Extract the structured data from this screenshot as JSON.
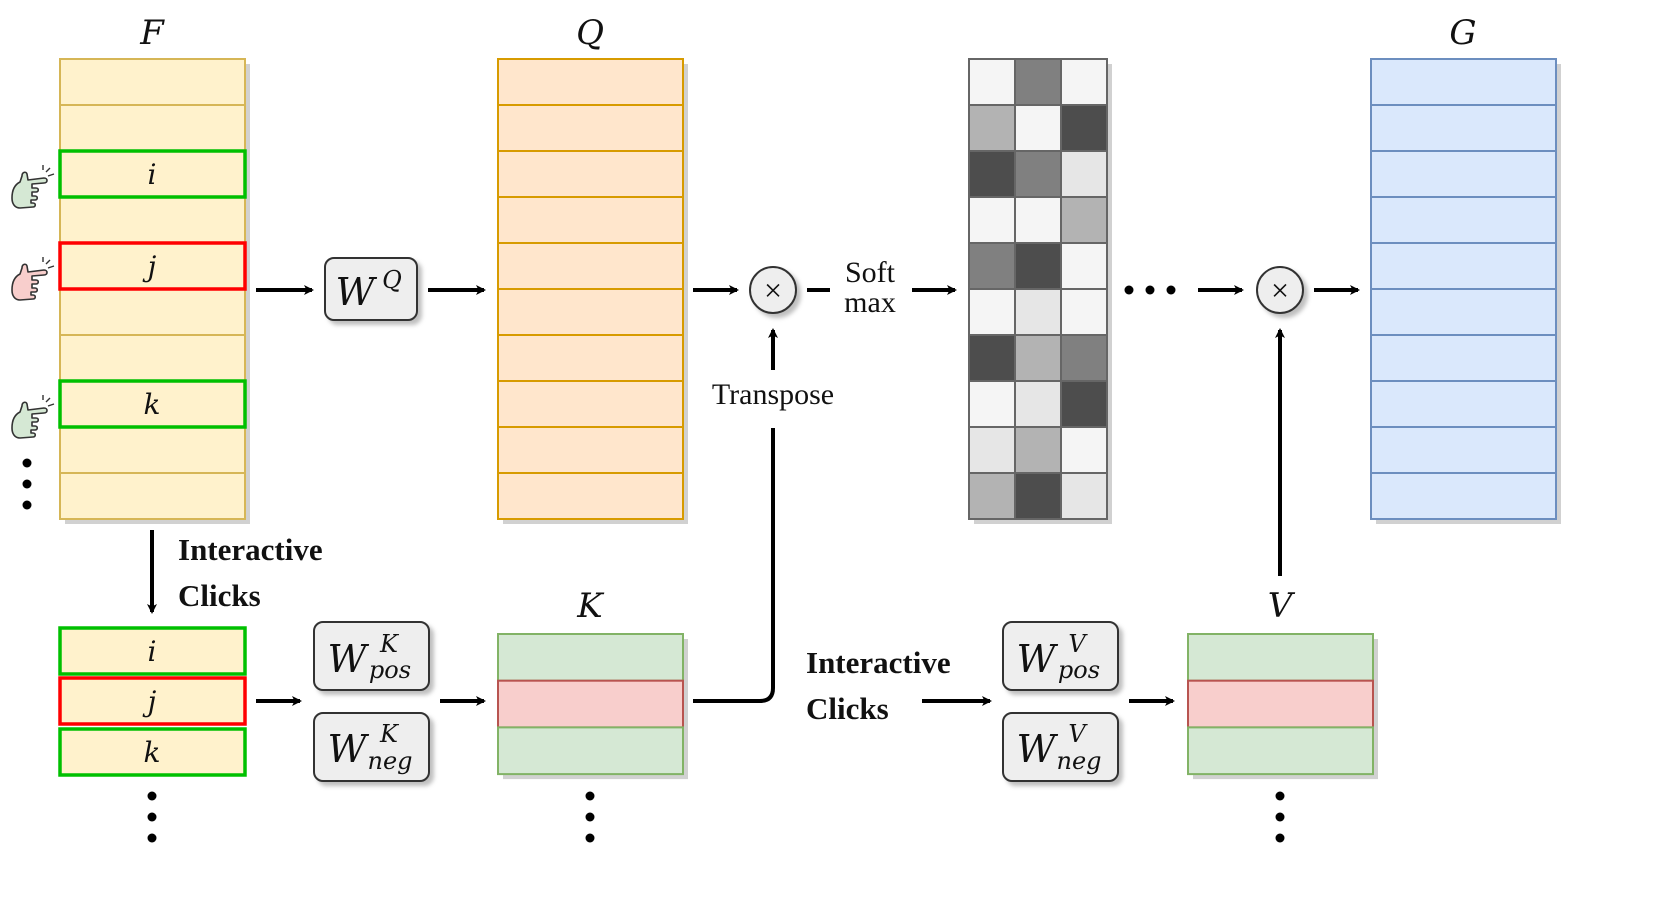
{
  "matrices": {
    "F": {
      "label": "F",
      "rows": 10,
      "fill": "#fff2cc",
      "stroke": "#d6b656"
    },
    "Q": {
      "label": "Q",
      "rows": 10,
      "fill": "#ffe6cc",
      "stroke": "#d79b00"
    },
    "G": {
      "label": "G",
      "rows": 10,
      "fill": "#dae8fc",
      "stroke": "#6c8ebf"
    },
    "K": {
      "label": "K",
      "rows": 3,
      "fill": "#d5e8d4",
      "stroke": "#82b366",
      "highlight_fill": "#f8cecc",
      "highlight_stroke": "#b85450"
    },
    "V": {
      "label": "V",
      "rows": 3,
      "fill": "#d5e8d4",
      "stroke": "#82b366",
      "highlight_fill": "#f8cecc",
      "highlight_stroke": "#b85450"
    }
  },
  "click_rows": [
    {
      "label": "i",
      "type": "positive",
      "color": "#00c000"
    },
    {
      "label": "j",
      "type": "negative",
      "color": "#ff0000"
    },
    {
      "label": "k",
      "type": "positive",
      "color": "#00c000"
    }
  ],
  "weights": {
    "wq": {
      "base": "W",
      "sup": "Q"
    },
    "wk_pos": {
      "base": "W",
      "sup": "K",
      "sub": "pos"
    },
    "wk_neg": {
      "base": "W",
      "sup": "K",
      "sub": "neg"
    },
    "wv_pos": {
      "base": "W",
      "sup": "V",
      "sub": "pos"
    },
    "wv_neg": {
      "base": "W",
      "sup": "V",
      "sub": "neg"
    }
  },
  "labels": {
    "interactive_clicks_1": "Interactive",
    "interactive_clicks_2": "Clicks",
    "softmax_1": "Soft",
    "softmax_2": "max",
    "transpose": "Transpose",
    "ellipsis": "· · ·"
  },
  "operators": {
    "multiply": "×"
  },
  "attention_grid": {
    "rows": 10,
    "cols": 3,
    "shades": [
      [
        "#f5f5f5",
        "#808080",
        "#f5f5f5"
      ],
      [
        "#b3b3b3",
        "#f5f5f5",
        "#4d4d4d"
      ],
      [
        "#4d4d4d",
        "#808080",
        "#e6e6e6"
      ],
      [
        "#f5f5f5",
        "#f5f5f5",
        "#b3b3b3"
      ],
      [
        "#808080",
        "#4d4d4d",
        "#f5f5f5"
      ],
      [
        "#f5f5f5",
        "#e6e6e6",
        "#f5f5f5"
      ],
      [
        "#4d4d4d",
        "#b3b3b3",
        "#808080"
      ],
      [
        "#f5f5f5",
        "#e6e6e6",
        "#4d4d4d"
      ],
      [
        "#e6e6e6",
        "#b3b3b3",
        "#f5f5f5"
      ],
      [
        "#b3b3b3",
        "#4d4d4d",
        "#e6e6e6"
      ]
    ]
  },
  "colors": {
    "click_positive_hand": "#d5e8d4",
    "click_negative_hand": "#f8cecc",
    "weight_box_fill": "#eeeeee",
    "arrow": "#000000"
  }
}
